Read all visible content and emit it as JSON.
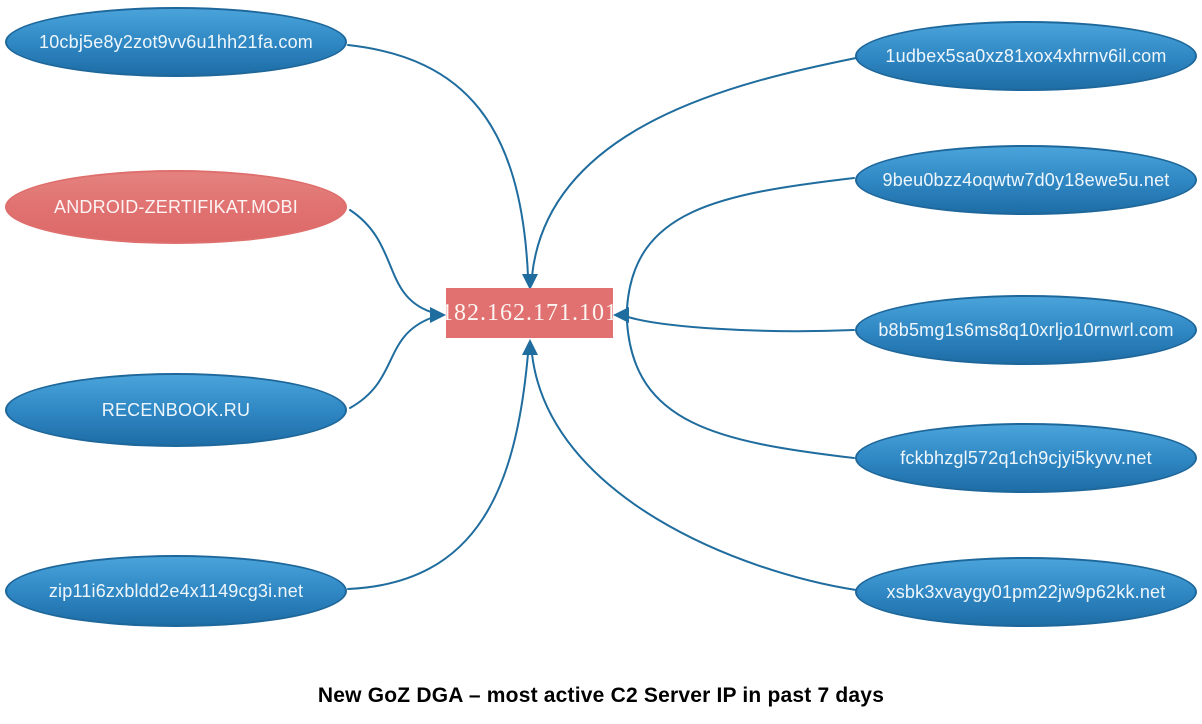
{
  "diagram": {
    "title": "New GoZ DGA – most active C2 Server IP in past 7 days",
    "center": {
      "label": "182.162.171.101",
      "type": "c2-server-ip",
      "color": "#e17170"
    },
    "nodes": [
      {
        "label": "10cbj5e8y2zot9vv6u1hh21fa.com",
        "color": "#2f87c3",
        "position": "left-top"
      },
      {
        "label": "ANDROID-ZERTIFIKAT.MOBI",
        "color": "#e07170",
        "position": "left-upper-middle"
      },
      {
        "label": "RECENBOOK.RU",
        "color": "#2f87c3",
        "position": "left-lower-middle"
      },
      {
        "label": "zip11i6zxbldd2e4x1149cg3i.net",
        "color": "#2f87c3",
        "position": "left-bottom"
      },
      {
        "label": "1udbex5sa0xz81xox4xhrnv6il.com",
        "color": "#2f87c3",
        "position": "right-top"
      },
      {
        "label": "9beu0bzz4oqwtw7d0y18ewe5u.net",
        "color": "#2f87c3",
        "position": "right-upper"
      },
      {
        "label": "b8b5mg1s6ms8q10xrljo10rnwrl.com",
        "color": "#2f87c3",
        "position": "right-middle"
      },
      {
        "label": "fckbhzgl572q1ch9cjyi5kyvv.net",
        "color": "#2f87c3",
        "position": "right-lower"
      },
      {
        "label": "xsbk3xvaygy01pm22jw9p62kk.net",
        "color": "#2f87c3",
        "position": "right-bottom"
      }
    ],
    "edge_color": "#1f6c9e"
  }
}
